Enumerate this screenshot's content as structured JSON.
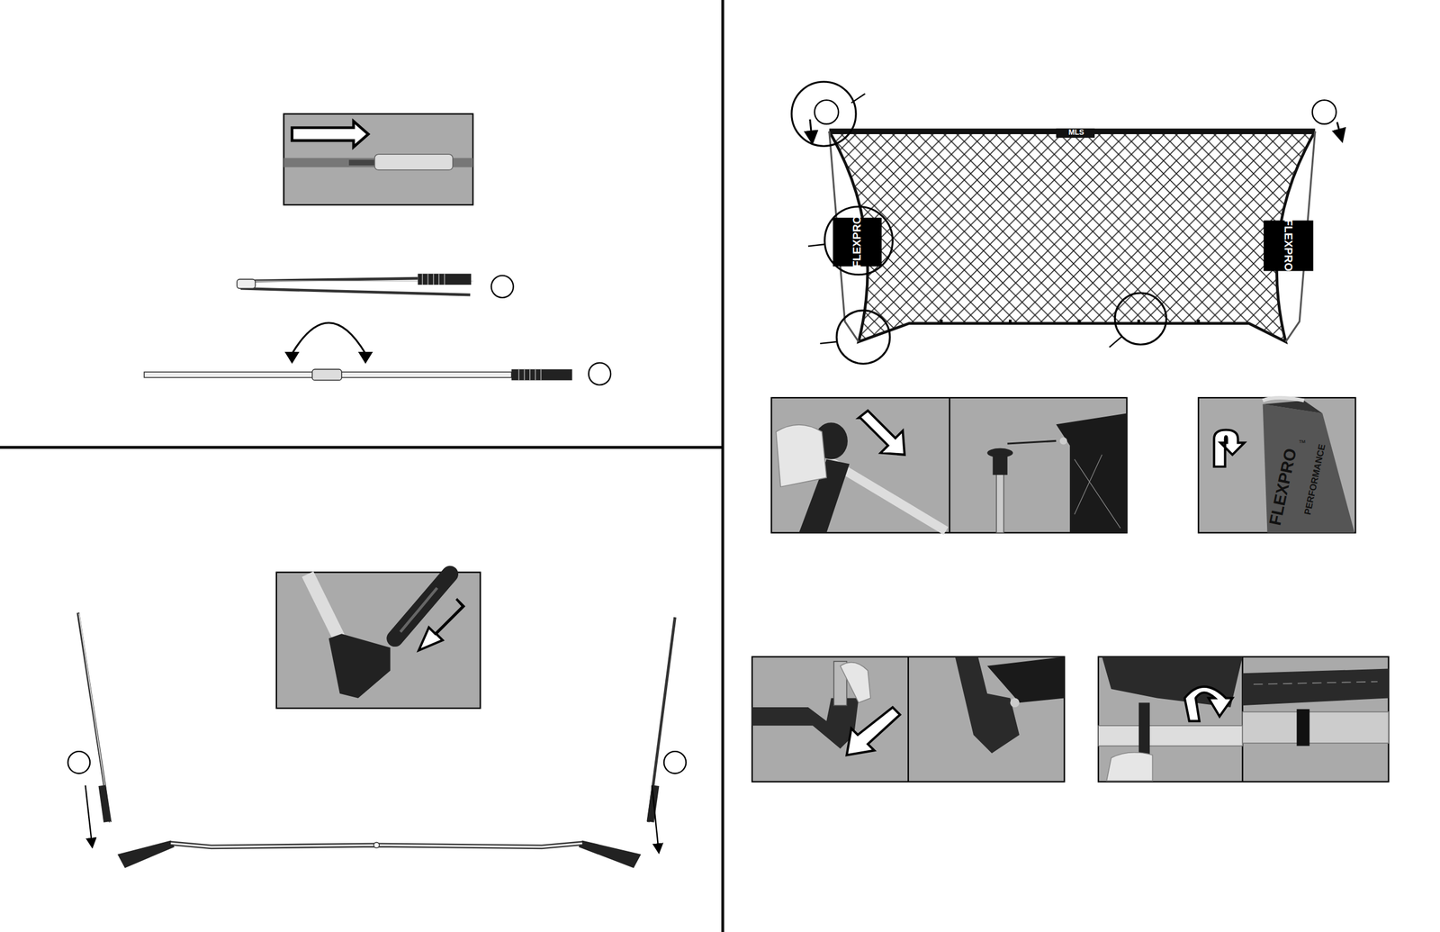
{
  "diagram": {
    "labels": [
      "MLS",
      "FLEXPRO",
      "FLEXPRO",
      "FLEXPRO",
      "™",
      "PERFORMANCE"
    ]
  }
}
